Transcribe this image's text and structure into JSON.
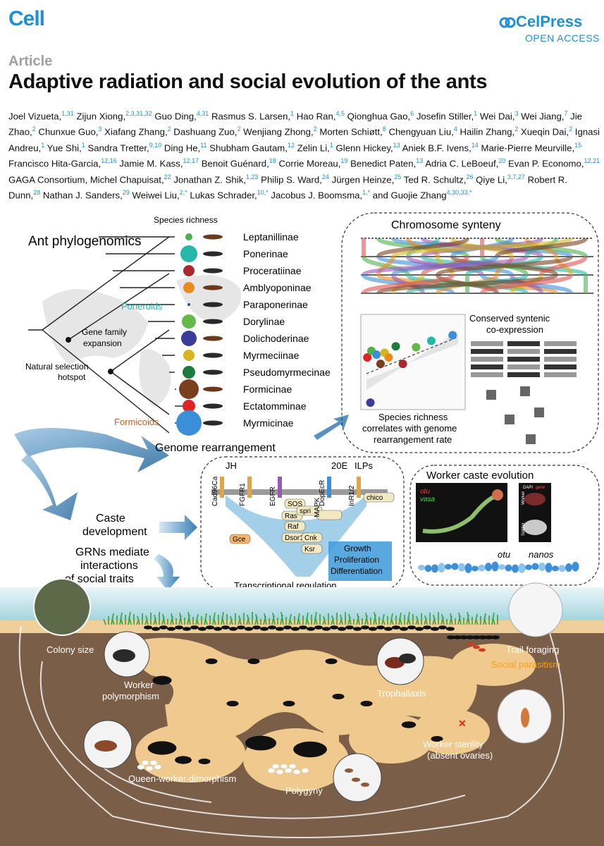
{
  "header": {
    "journal": "Cell",
    "publisher": "CelPress",
    "access": "OPEN ACCESS",
    "article_type": "Article",
    "title": "Adaptive radiation and social evolution of the ants"
  },
  "authors": [
    {
      "name": "Joel Vizueta,",
      "aff": "1,31"
    },
    {
      "name": "Zijun Xiong,",
      "aff": "2,3,31,32"
    },
    {
      "name": "Guo Ding,",
      "aff": "4,31"
    },
    {
      "name": "Rasmus S. Larsen,",
      "aff": "1"
    },
    {
      "name": "Hao Ran,",
      "aff": "4,5"
    },
    {
      "name": "Qionghua Gao,",
      "aff": "6"
    },
    {
      "name": "Josefin Stiller,",
      "aff": "1"
    },
    {
      "name": "Wei Dai,",
      "aff": "3"
    },
    {
      "name": "Wei Jiang,",
      "aff": "7"
    },
    {
      "name": "Jie Zhao,",
      "aff": "2"
    },
    {
      "name": "Chunxue Guo,",
      "aff": "3"
    },
    {
      "name": "Xiafang Zhang,",
      "aff": "2"
    },
    {
      "name": "Dashuang Zuo,",
      "aff": "2"
    },
    {
      "name": "Wenjiang Zhong,",
      "aff": "2"
    },
    {
      "name": "Morten Schiøtt,",
      "aff": "8"
    },
    {
      "name": "Chengyuan Liu,",
      "aff": "4"
    },
    {
      "name": "Hailin Zhang,",
      "aff": "2"
    },
    {
      "name": "Xueqin Dai,",
      "aff": "2"
    },
    {
      "name": "Ignasi Andreu,",
      "aff": "1"
    },
    {
      "name": "Yue Shi,",
      "aff": "1"
    },
    {
      "name": "Sandra Tretter,",
      "aff": "9,10"
    },
    {
      "name": "Ding He,",
      "aff": "11"
    },
    {
      "name": "Shubham Gautam,",
      "aff": "12"
    },
    {
      "name": "Zelin Li,",
      "aff": "1"
    },
    {
      "name": "Glenn Hickey,",
      "aff": "13"
    },
    {
      "name": "Aniek B.F. Ivens,",
      "aff": "14"
    },
    {
      "name": "Marie-Pierre Meurville,",
      "aff": "15"
    },
    {
      "name": "Francisco Hita-Garcia,",
      "aff": "12,16"
    },
    {
      "name": "Jamie M. Kass,",
      "aff": "12,17"
    },
    {
      "name": "Benoit Guénard,",
      "aff": "18"
    },
    {
      "name": "Corrie Moreau,",
      "aff": "19"
    },
    {
      "name": "Benedict Paten,",
      "aff": "13"
    },
    {
      "name": "Adria C. LeBoeuf,",
      "aff": "20"
    },
    {
      "name": "Evan P. Economo,",
      "aff": "12,21"
    },
    {
      "name": "GAGA Consortium,",
      "aff": ""
    },
    {
      "name": "Michel Chapuisat,",
      "aff": "22"
    },
    {
      "name": "Jonathan Z. Shik,",
      "aff": "1,23"
    },
    {
      "name": "Philip S. Ward,",
      "aff": "24"
    },
    {
      "name": "Jürgen Heinze,",
      "aff": "25"
    },
    {
      "name": "Ted R. Schultz,",
      "aff": "26"
    },
    {
      "name": "Qiye Li,",
      "aff": "3,7,27"
    },
    {
      "name": "Robert R. Dunn,",
      "aff": "28"
    },
    {
      "name": "Nathan J. Sanders,",
      "aff": "29"
    },
    {
      "name": "Weiwei Liu,",
      "aff": "2,*"
    },
    {
      "name": "Lukas Schrader,",
      "aff": "10,*"
    },
    {
      "name": "Jacobus J. Boomsma,",
      "aff": "1,*"
    },
    {
      "name": "and",
      "aff": ""
    },
    {
      "name": "Guojie Zhang",
      "aff": "4,30,33,*"
    }
  ],
  "figure": {
    "phylo": {
      "title": "Ant phylogenomics",
      "species_richness_label": "Species richness",
      "poneroids": "Poneroids",
      "formicoids": "Formicoids",
      "gene_family": "Gene family expansion",
      "gene_family_l1": "Gene family",
      "gene_family_l2": "expansion",
      "selection_l1": "Natural selection",
      "selection_l2": "hotspot",
      "subfamilies": [
        {
          "name": "Leptanillinae",
          "color": "#4caf50",
          "size": 5
        },
        {
          "name": "Ponerinae",
          "color": "#26b7a9",
          "size": 12
        },
        {
          "name": "Proceratiinae",
          "color": "#a8292e",
          "size": 8
        },
        {
          "name": "Amblyoponinae",
          "color": "#e88b1f",
          "size": 8
        },
        {
          "name": "Paraponerinae",
          "color": "#2b4f8c",
          "size": 2
        },
        {
          "name": "Dorylinae",
          "color": "#65b84a",
          "size": 10
        },
        {
          "name": "Dolichoderinae",
          "color": "#3a3d99",
          "size": 11
        },
        {
          "name": "Myrmeciinae",
          "color": "#d7b51f",
          "size": 8
        },
        {
          "name": "Pseudomyrmecinae",
          "color": "#1f7a3e",
          "size": 9
        },
        {
          "name": "Formicinae",
          "color": "#7b3f1f",
          "size": 14
        },
        {
          "name": "Ectatomminae",
          "color": "#e02323",
          "size": 9
        },
        {
          "name": "Myrmicinae",
          "color": "#3b8fd8",
          "size": 18
        }
      ]
    },
    "synteny": {
      "title": "Chromosome synteny",
      "coexp_l1": "Conserved syntenic",
      "coexp_l2": "co-expression",
      "scatter_l1": "Species richness",
      "scatter_l2": "correlates with genome",
      "scatter_l3": "rearrangement rate",
      "points": [
        {
          "x": 0.05,
          "y": 0.55,
          "c": "#e02323"
        },
        {
          "x": 0.09,
          "y": 0.62,
          "c": "#4caf50"
        },
        {
          "x": 0.14,
          "y": 0.58,
          "c": "#3b8fd8"
        },
        {
          "x": 0.18,
          "y": 0.48,
          "c": "#7b3f1f"
        },
        {
          "x": 0.22,
          "y": 0.6,
          "c": "#d7b51f"
        },
        {
          "x": 0.26,
          "y": 0.55,
          "c": "#e88b1f"
        },
        {
          "x": 0.33,
          "y": 0.67,
          "c": "#1f7a3e"
        },
        {
          "x": 0.4,
          "y": 0.48,
          "c": "#a8292e"
        },
        {
          "x": 0.53,
          "y": 0.66,
          "c": "#65b84a"
        },
        {
          "x": 0.68,
          "y": 0.73,
          "c": "#26b7a9"
        },
        {
          "x": 0.89,
          "y": 0.79,
          "c": "#3b8fd8"
        },
        {
          "x": 0.08,
          "y": 0.06,
          "c": "#3a3d99"
        }
      ]
    },
    "rearrangement": "Genome rearrangement",
    "caste_development_l1": "Caste",
    "caste_development_l2": "development",
    "grn_l1": "GRNs mediate",
    "grn_l2": "interactions",
    "grn_l3": "of social traits",
    "pathway": {
      "jh": "JH",
      "e20": "20E",
      "ilps": "ILPs",
      "receptors": [
        "Cad96Ca",
        "FGFR1",
        "EGFR",
        "DopEcR",
        "InR1/2"
      ],
      "nodes": [
        "SOS",
        "Ras",
        "spri",
        "Raf",
        "Dsor1",
        "Cnk",
        "Ksr",
        "Gce",
        "chico",
        "MAPK"
      ],
      "outcomes_l1": "Growth",
      "outcomes_l2": "Proliferation",
      "outcomes_l3": "Differentiation",
      "transcriptional": "Transcriptional regulation"
    },
    "worker_caste": {
      "title": "Worker caste evolution",
      "otu_red": "otu",
      "vasa_green": "vasa",
      "dapi": "DAPI",
      "gene": "gene",
      "worker": "Worker",
      "soldier": "Soldier",
      "otu": "otu",
      "nanos": "nanos"
    },
    "social": {
      "colony_size": "Colony size",
      "worker_poly_l1": "Worker",
      "worker_poly_l2": "polymorphism",
      "trophallaxis": "Trophallaxis",
      "trail_foraging": "Trail foraging",
      "social_parasitism": "Social parasitism",
      "worker_sterility_l1": "Worker sterility",
      "worker_sterility_l2": "(absent ovaries)",
      "queen_worker": "Queen-worker dimorphism",
      "polygyny": "Polygyny"
    }
  }
}
